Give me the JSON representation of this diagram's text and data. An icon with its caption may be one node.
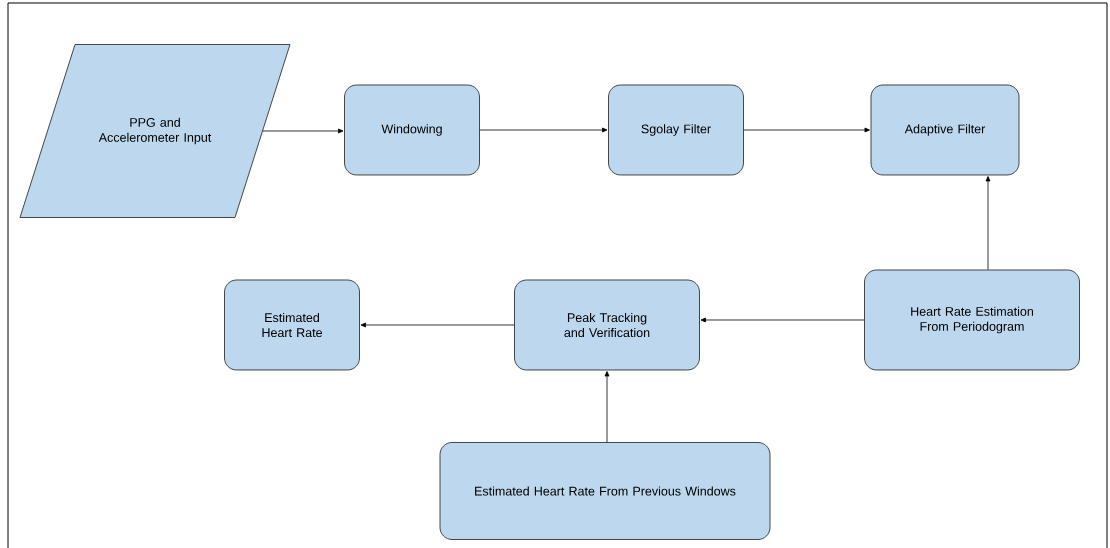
{
  "diagram": {
    "nodes": [
      {
        "text": [
          "PPG and Accelerometer Input"
        ]
      },
      {
        "text": [
          "Windowing"
        ]
      },
      {
        "text": [
          "Sgolay Filter"
        ]
      },
      {
        "text": [
          "Adaptive Filter"
        ]
      },
      {
        "text": [
          "Estimated Heart Rate"
        ]
      },
      {
        "text": [
          "Peak Tracking and Verification"
        ]
      },
      {
        "text": [
          "Heart Rate Estimation From Periodogram"
        ]
      },
      {
        "text": [
          "Estimated Heart Rate From Previous Windows"
        ]
      }
    ],
    "edges": [
      {
        "from": 0,
        "to": 1,
        "arrow": "to"
      },
      {
        "from": 1,
        "to": 2,
        "arrow": "to"
      },
      {
        "from": 2,
        "to": 3,
        "arrow": "to"
      },
      {
        "from": 6,
        "to": 3,
        "arrow": "to"
      },
      {
        "from": 6,
        "to": 5,
        "arrow": "to"
      },
      {
        "from": 5,
        "to": 4,
        "arrow": "to"
      },
      {
        "from": 7,
        "to": 5,
        "arrow": "to"
      }
    ]
  }
}
